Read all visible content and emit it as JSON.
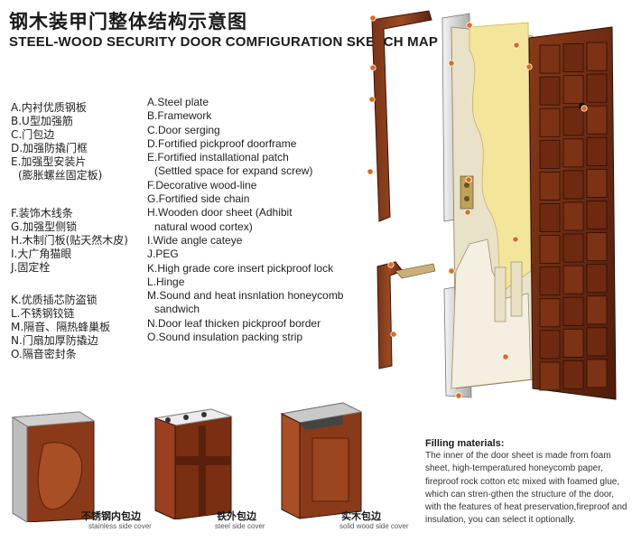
{
  "title_cn": "钢木装甲门整体结构示意图",
  "title_en": "STEEL-WOOD SECURITY DOOR COMFIGURATION SKETCH MAP",
  "cn_group1": [
    "A.内衬优质钢板",
    "B.U型加强筋",
    "C.门包边",
    "D.加强防撬门框",
    "E.加强型安装片",
    "(膨胀螺丝固定板)"
  ],
  "cn_group2": [
    "F.装饰木线条",
    "G.加强型侧锁",
    "H.木制门板(贴天然木皮)",
    "I.大广角猫眼",
    "J.固定栓"
  ],
  "cn_group3": [
    "K.优质插芯防盗锁",
    "L.不锈钢铰链",
    "M.隔音、隔热蜂巢板",
    "N.门扇加厚防撬边",
    "O.隔音密封条"
  ],
  "en_items": [
    "A.Steel plate",
    "B.Framework",
    "C.Door serging",
    "D.Fortified pickproof doorframe",
    "E.Fortified installational patch",
    "(Settled space for expand screw)",
    "F.Decorative wood-line",
    "G.Fortified side chain",
    "H.Wooden door sheet (Adhibit",
    "natural wood cortex)",
    "I.Wide angle cateye",
    "J.PEG",
    "K.High grade core insert pickproof lock",
    "L.Hinge",
    "M.Sound and heat insnlation honeycomb",
    "sandwich",
    "N.Door leaf thicken pickproof border",
    "O.Sound insulation packing strip"
  ],
  "covers": [
    {
      "cn": "不锈钢内包边",
      "en": "stainless side cover"
    },
    {
      "cn": "铁外包边",
      "en": "steel side cover"
    },
    {
      "cn": "实木包边",
      "en": "solid wood side cover"
    }
  ],
  "filling": {
    "title": "Filling materials:",
    "body": "The inner of the door sheet is made from foam sheet, high-temperatured honeycomb paper, fireproof rock cotton etc mixed with foamed glue, which can stren-gthen the structure of the door, with the features of heat preservation,fireproof and insulation, you can select it optionally."
  },
  "colors": {
    "wood": "#6b2a12",
    "wood_light": "#9a4a22",
    "steel": "#d8d8d8",
    "foam": "#f6e7a0",
    "marker": "#e06a1a"
  }
}
